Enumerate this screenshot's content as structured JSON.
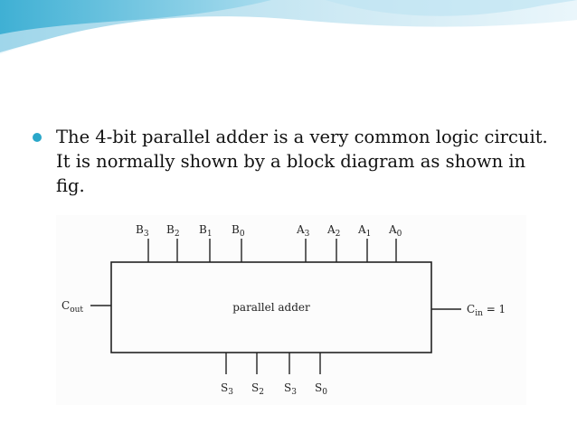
{
  "slide": {
    "bullet_lines": [
      "The 4-bit parallel adder is a very common logic circuit.",
      "It is normally shown by a block diagram as shown in",
      "fig."
    ],
    "accent_color": "#2aa7c9"
  },
  "diagram": {
    "block_label": "parallel adder",
    "inputs_b": [
      {
        "main": "B",
        "sub": "3"
      },
      {
        "main": "B",
        "sub": "2"
      },
      {
        "main": "B",
        "sub": "1"
      },
      {
        "main": "B",
        "sub": "0"
      }
    ],
    "inputs_a": [
      {
        "main": "A",
        "sub": "3"
      },
      {
        "main": "A",
        "sub": "2"
      },
      {
        "main": "A",
        "sub": "1"
      },
      {
        "main": "A",
        "sub": "0"
      }
    ],
    "outputs_s": [
      {
        "main": "S",
        "sub": "3"
      },
      {
        "main": "S",
        "sub": "2"
      },
      {
        "main": "S",
        "sub": "3"
      },
      {
        "main": "S",
        "sub": "0"
      }
    ],
    "carry_out": {
      "main": "C",
      "sub": "out"
    },
    "carry_in": {
      "main": "C",
      "sub": "in",
      "suffix": " = 1"
    }
  }
}
